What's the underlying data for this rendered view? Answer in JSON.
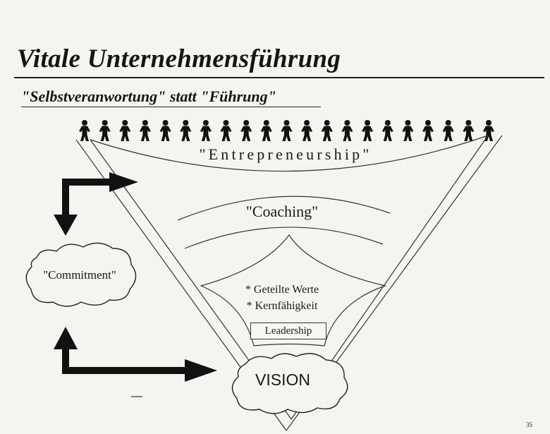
{
  "title": "Vitale Unternehmensführung",
  "subtitle": "\"Selbstveranwortung\" statt \"Führung\"",
  "people": {
    "count": 21,
    "icon": "person-icon"
  },
  "labels": {
    "entrepreneurship": "\"Entrepreneurship\"",
    "coaching": "\"Coaching\"",
    "commitment": "\"Commitment\"",
    "werte": "* Geteilte Werte",
    "kernfaehigkeit": "* Kernfähigkeit",
    "leadership": "Leadership",
    "vision": "VISION"
  },
  "page_number": "35",
  "colors": {
    "ink": "#1a1a1a",
    "background": "#f4f4f1"
  }
}
